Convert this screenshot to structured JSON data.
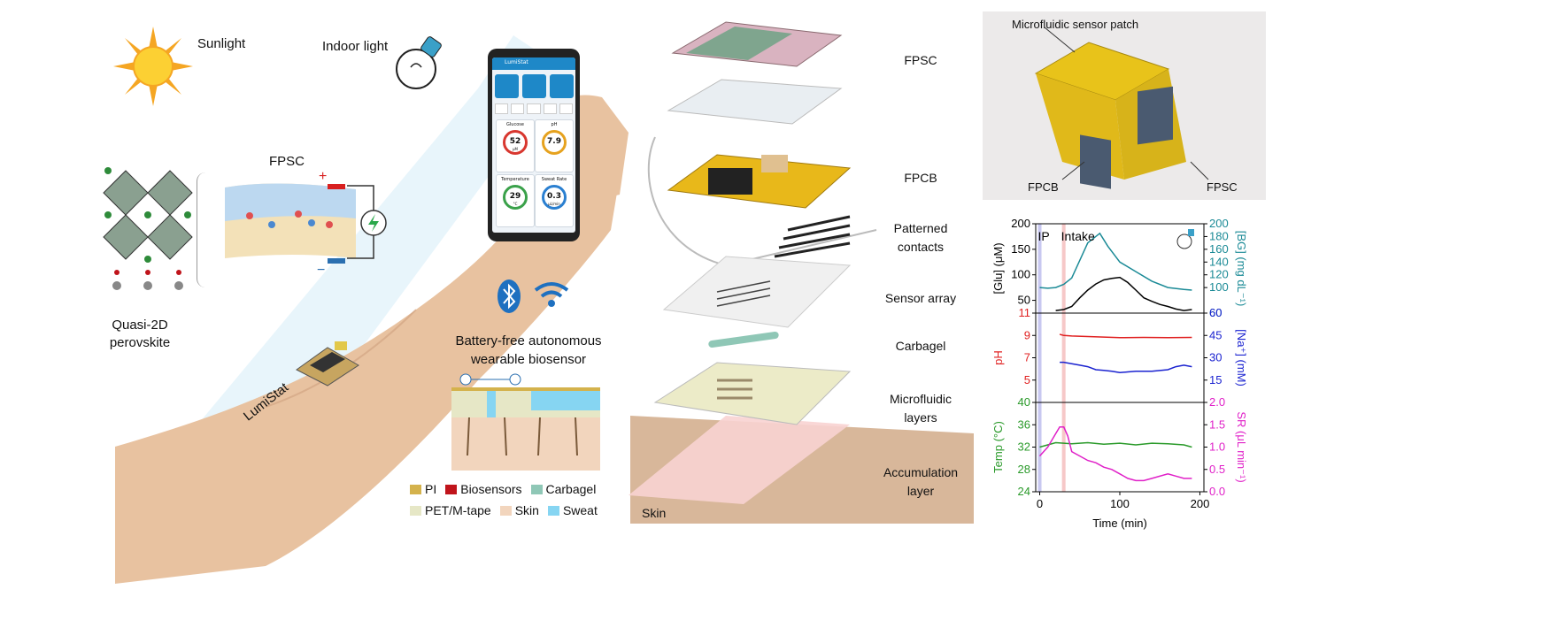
{
  "left_panel": {
    "sunlight": "Sunlight",
    "indoor_light": "Indoor light",
    "fpsc": "FPSC",
    "perovskite": "Quasi-2D perovskite",
    "lumistat": "LumiStat",
    "wireless_caption": "Battery-free autonomous wearable biosensor",
    "legend": [
      {
        "label": "PI",
        "color": "#d4b24c"
      },
      {
        "label": "Biosensors",
        "color": "#c0141b"
      },
      {
        "label": "Carbagel",
        "color": "#8fc7b6"
      },
      {
        "label": "PET/M-tape",
        "color": "#e6e7c6"
      },
      {
        "label": "Skin",
        "color": "#f2d5bd"
      },
      {
        "label": "Sweat",
        "color": "#86d5f2"
      }
    ]
  },
  "phone": {
    "app_title": "LumiStat",
    "tiles": [
      {
        "label": "Glucose",
        "value": "52",
        "unit": "μM",
        "color": "#d8372f"
      },
      {
        "label": "pH",
        "value": "7.9",
        "unit": "",
        "color": "#e6a21e"
      },
      {
        "label": "Temperature",
        "value": "29",
        "unit": "°C",
        "color": "#3aa14a"
      },
      {
        "label": "Sweat Rate",
        "value": "0.3",
        "unit": "μL/min",
        "color": "#2a7fd0"
      }
    ]
  },
  "stack_labels": [
    "FPSC",
    "FPCB",
    "Patterned contacts",
    "Sensor array",
    "Carbagel",
    "Microfluidic layers",
    "Accumulation layer",
    "Skin"
  ],
  "patch_photo": {
    "title": "Microfluidic sensor patch",
    "fpcb": "FPCB",
    "fpsc": "FPSC"
  },
  "chart_data": {
    "type": "line",
    "xlabel": "Time (min)",
    "xlim": [
      -5,
      205
    ],
    "xticks": [
      0,
      100,
      200
    ],
    "events": [
      {
        "label": "IP",
        "x": 0
      },
      {
        "label": "Intake",
        "x": 30
      }
    ],
    "panels": [
      {
        "left_label": "[Glu] (μM)",
        "left_color": "#000000",
        "left_ticks": [
          "50",
          "100",
          "150",
          "200"
        ],
        "left_lim": [
          25,
          200
        ],
        "right_label": "[BG] (mg dL⁻¹)",
        "right_color": "#1a8a96",
        "right_ticks": [
          "60",
          "100",
          "120",
          "140",
          "160",
          "180",
          "200"
        ],
        "right_lim": [
          60,
          200
        ],
        "series": [
          {
            "axis": "left",
            "color": "#000000",
            "x": [
              20,
              30,
              40,
              50,
              60,
              70,
              80,
              90,
              100,
              110,
              120,
              130,
              140,
              150,
              160,
              170,
              180,
              190
            ],
            "y": [
              30,
              32,
              38,
              55,
              70,
              82,
              90,
              93,
              95,
              85,
              70,
              55,
              48,
              42,
              38,
              33,
              30,
              32
            ]
          },
          {
            "axis": "right",
            "color": "#1a8a96",
            "x": [
              0,
              10,
              20,
              30,
              40,
              60,
              75,
              85,
              100,
              120,
              140,
              160,
              180,
              190
            ],
            "y": [
              100,
              99,
              100,
              105,
              115,
              170,
              185,
              165,
              140,
              125,
              110,
              100,
              97,
              96
            ]
          }
        ]
      },
      {
        "left_label": "pH",
        "left_color": "#e02020",
        "left_ticks": [
          "5",
          "7",
          "9",
          "11"
        ],
        "left_lim": [
          3,
          11
        ],
        "right_label": "[Na⁺] (mM)",
        "right_color": "#1a22d0",
        "right_ticks": [
          "15",
          "30",
          "45",
          "60"
        ],
        "right_lim": [
          0,
          60
        ],
        "series": [
          {
            "axis": "left",
            "color": "#e02020",
            "x": [
              25,
              30,
              40,
              60,
              80,
              100,
              130,
              160,
              190
            ],
            "y": [
              9.1,
              9.0,
              8.95,
              8.9,
              8.85,
              8.8,
              8.82,
              8.8,
              8.82
            ]
          },
          {
            "axis": "right",
            "color": "#1a22d0",
            "x": [
              25,
              30,
              40,
              50,
              60,
              70,
              80,
              90,
              100,
              110,
              120,
              140,
              160,
              170,
              180,
              190
            ],
            "y": [
              27,
              27,
              26,
              25,
              24,
              22,
              21.5,
              21,
              20,
              20.5,
              21,
              21,
              22,
              24,
              25,
              24
            ]
          }
        ]
      },
      {
        "left_label": "Temp (°C)",
        "left_color": "#2a9a2a",
        "left_ticks": [
          "24",
          "28",
          "32",
          "36",
          "40"
        ],
        "left_lim": [
          24,
          40
        ],
        "right_label": "SR (μL min⁻¹)",
        "right_color": "#e020c8",
        "right_ticks": [
          "0.0",
          "0.5",
          "1.0",
          "1.5",
          "2.0"
        ],
        "right_lim": [
          0,
          2
        ],
        "series": [
          {
            "axis": "left",
            "color": "#2a9a2a",
            "x": [
              0,
              20,
              40,
              60,
              80,
              100,
              120,
              140,
              160,
              180,
              190
            ],
            "y": [
              32,
              32.8,
              32.6,
              32.8,
              32.5,
              32.7,
              32.4,
              32.7,
              32.6,
              32.4,
              32
            ]
          },
          {
            "axis": "right",
            "color": "#e020c8",
            "x": [
              0,
              10,
              20,
              25,
              30,
              35,
              40,
              50,
              60,
              70,
              80,
              90,
              100,
              110,
              120,
              130,
              140,
              160,
              170,
              180,
              190
            ],
            "y": [
              0.8,
              1.0,
              1.3,
              1.45,
              1.45,
              1.25,
              0.9,
              0.8,
              0.7,
              0.65,
              0.55,
              0.5,
              0.4,
              0.3,
              0.25,
              0.25,
              0.3,
              0.4,
              0.35,
              0.3,
              0.3
            ]
          }
        ]
      }
    ]
  }
}
